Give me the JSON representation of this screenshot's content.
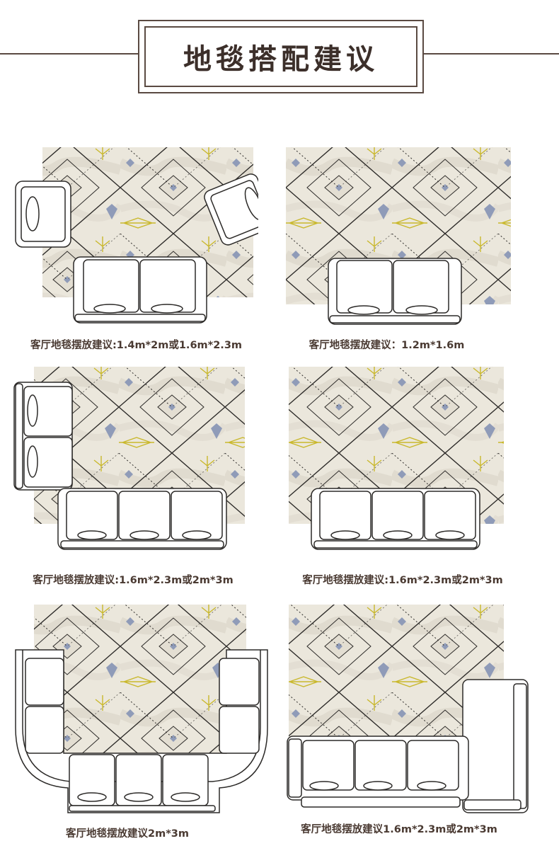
{
  "header": {
    "title": "地毯搭配建议"
  },
  "colors": {
    "rug": "#ebe7dc",
    "rug_dark": "#d2cdc1",
    "line": "#2c2a28",
    "accent_yellow": "#c9b82c",
    "accent_blue": "#8f9bb8",
    "text": "#4a3a32"
  },
  "panels": [
    {
      "caption": "客厅地毯摆放建议:1.4m*2m或1.6m*2.3m"
    },
    {
      "caption": "客厅地毯摆放建议：1.2m*1.6m"
    },
    {
      "caption": "客厅地毯摆放建议:1.6m*2.3m或2m*3m"
    },
    {
      "caption": "客厅地毯摆放建议:1.6m*2.3m或2m*3m"
    },
    {
      "caption": "客厅地毯摆放建议2m*3m"
    },
    {
      "caption": "客厅地毯摆放建议1.6m*2.3m或2m*3m"
    }
  ]
}
